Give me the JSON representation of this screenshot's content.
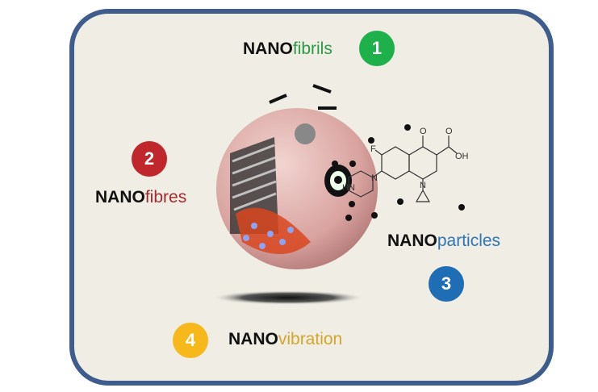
{
  "items": [
    {
      "number": "1",
      "prefix": "NANO",
      "suffix": "fibrils",
      "color": "#1db04b",
      "text_color": "#2a9a46"
    },
    {
      "number": "2",
      "prefix": "NANO",
      "suffix": "fibres",
      "color": "#c0272d",
      "text_color": "#a8282c"
    },
    {
      "number": "3",
      "prefix": "NANO",
      "suffix": "particles",
      "color": "#1f6db5",
      "text_color": "#2f75b5"
    },
    {
      "number": "4",
      "prefix": "NANO",
      "suffix": "vibration",
      "color": "#f7b81c",
      "text_color": "#d4a62a"
    }
  ],
  "molecule": {
    "f": "F",
    "o1": "O",
    "o2": "O",
    "oh": "OH",
    "n1": "N",
    "n2": "N",
    "hn": "HN"
  }
}
